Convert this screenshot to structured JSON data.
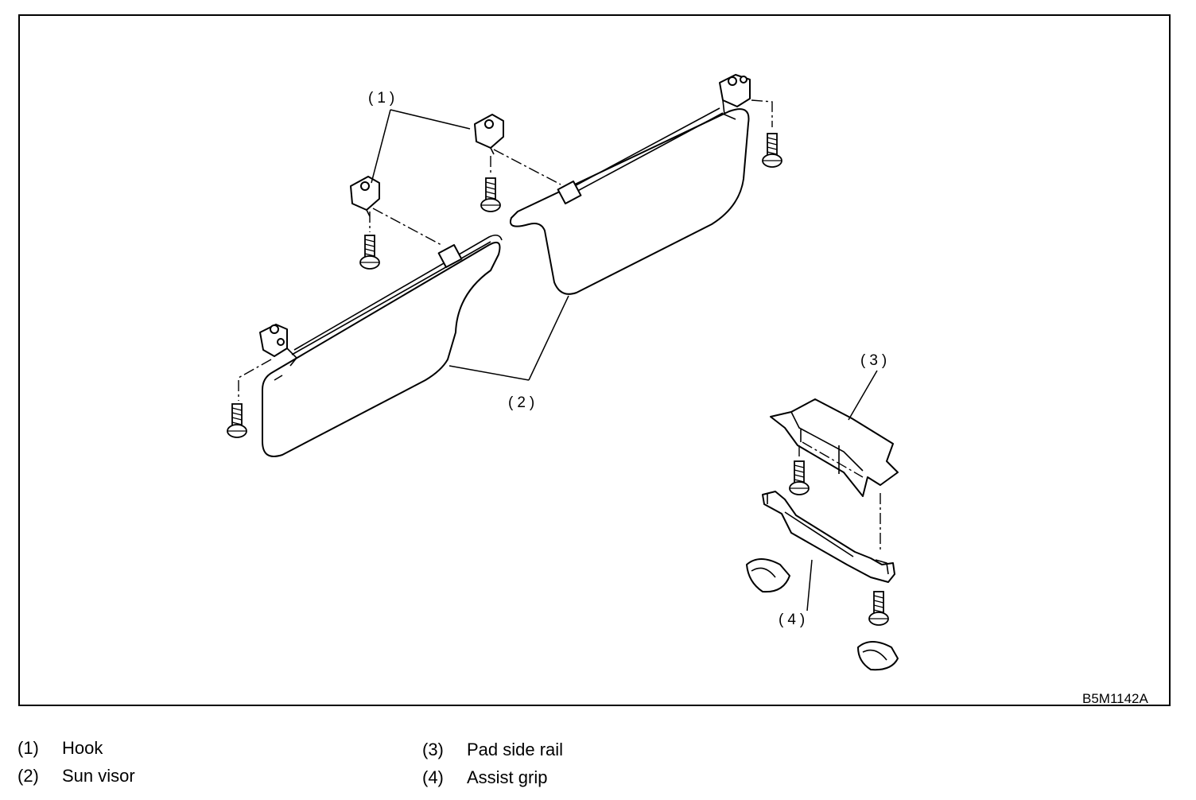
{
  "figure": {
    "code": "B5M1142A",
    "callouts": [
      {
        "id": "1",
        "text": "(1)"
      },
      {
        "id": "2",
        "text": "(2)"
      },
      {
        "id": "3",
        "text": "(3)"
      },
      {
        "id": "4",
        "text": "(4)"
      }
    ]
  },
  "legend": [
    {
      "num": "(1)",
      "label": "Hook"
    },
    {
      "num": "(2)",
      "label": "Sun visor"
    },
    {
      "num": "(3)",
      "label": "Pad side rail"
    },
    {
      "num": "(4)",
      "label": "Assist grip"
    }
  ]
}
